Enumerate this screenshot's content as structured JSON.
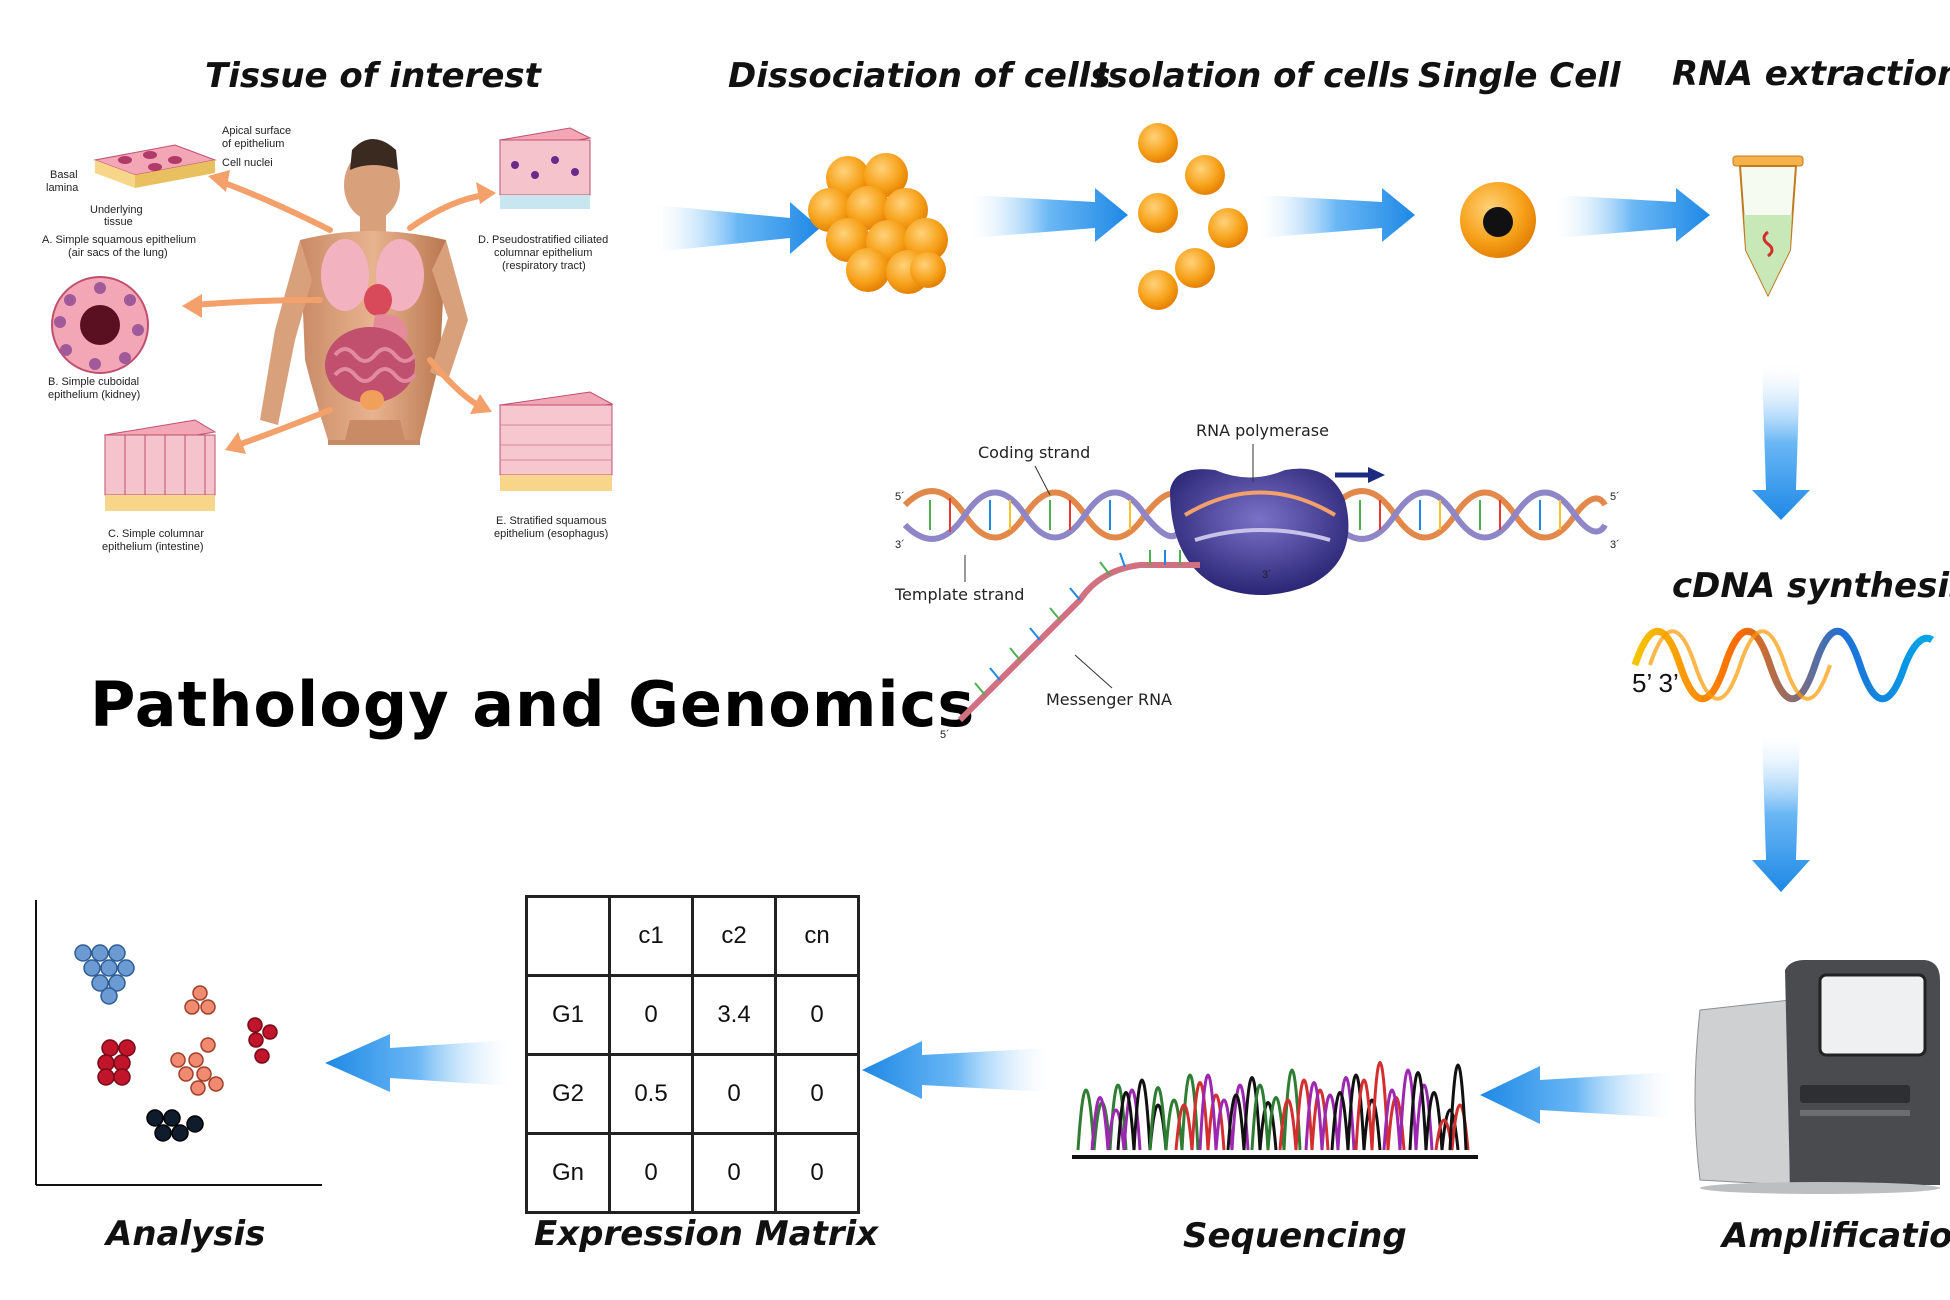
{
  "steps": {
    "tissue": "Tissue of interest",
    "dissociation": "Dissociation of cells",
    "isolation": "Isolation of cells",
    "single_cell": "Single Cell",
    "rna_extraction": "RNA extraction",
    "cdna_synthesis": "cDNA synthesis",
    "amplification": "Amplification",
    "sequencing": "Sequencing",
    "expression_matrix": "Expression Matrix",
    "analysis": "Analysis"
  },
  "main_title": "Pathology and  Genomics",
  "tissue_labels": {
    "apical": "Apical surface",
    "apical2": "of epithelium",
    "nuclei": "Cell nuclei",
    "basal": "Basal",
    "basal2": "lamina",
    "underlying": "Underlying",
    "underlying2": "tissue",
    "a1": "A. Simple squamous epithelium",
    "a2": "(air sacs of the lung)",
    "b1": "B. Simple cuboidal",
    "b2": "epithelium (kidney)",
    "c1": "C. Simple columnar",
    "c2": "epithelium (intestine)",
    "d1": "D. Pseudostratified ciliated",
    "d2": "columnar epithelium",
    "d3": "(respiratory tract)",
    "e1": "E. Stratified squamous",
    "e2": "epithelium (esophagus)"
  },
  "dna_labels": {
    "polymerase": "RNA polymerase",
    "coding": "Coding strand",
    "template": "Template strand",
    "mrna": "Messenger RNA",
    "five_prime": "5´",
    "three_prime": "3´"
  },
  "cdna_ends": "5’ 3’",
  "matrix": {
    "header": [
      "",
      "c1",
      "c2",
      "cn"
    ],
    "rows": [
      [
        "G1",
        "0",
        "3.4",
        "0"
      ],
      [
        "G2",
        "0.5",
        "0",
        "0"
      ],
      [
        "Gn",
        "0",
        "0",
        "0"
      ]
    ]
  },
  "colors": {
    "arrow_blue": "#1e88e5",
    "cell_orange": "#f7a21b",
    "tissue_arrow": "#f4a06a",
    "cluster_blue": "#6b9bd2",
    "cluster_red": "#c0152a",
    "cluster_salmon": "#f08a70",
    "cluster_navy": "#0f1c2e"
  }
}
